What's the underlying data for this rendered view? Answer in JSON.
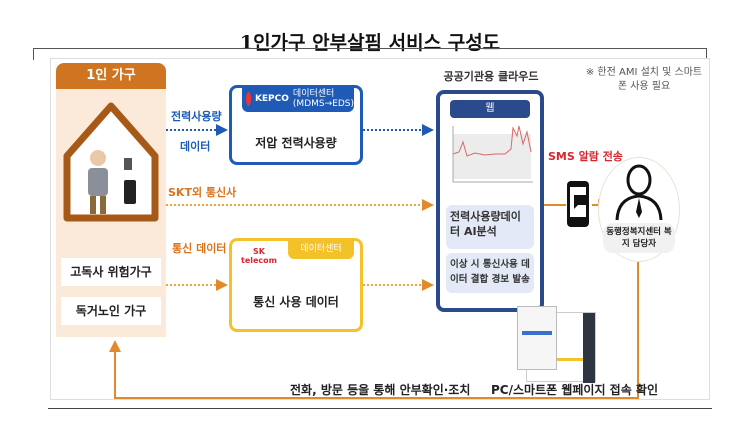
{
  "title": "1인가구 안부살핌 서비스 구성도",
  "household": {
    "header": "1인 가구",
    "items": [
      "고독사 위험가구",
      "독거노인 가구"
    ]
  },
  "labels": {
    "power_usage": "전력사용량",
    "data": "데이터",
    "skt": "SKT외 통신사",
    "telecom_data": "통신 데이터",
    "sms": "SMS 알람 전송"
  },
  "kepco": {
    "logo": "KEPCO",
    "center": "데이터센터",
    "sub": "(MDMS→EDS)",
    "body": "저압 전력사용량"
  },
  "sk": {
    "logo": "SK telecom",
    "center": "데이터센터",
    "body": "통신 사용 데이터"
  },
  "cloud": {
    "title": "공공기관용 클라우드",
    "header": "웹",
    "card1": "전력사용량데이터 AI분석",
    "card2": "이상 시 통신사용 데이터 결합 경보 발송"
  },
  "note": "※ 한전 AMI 설치 및 스마트폰 사용 필요",
  "worker": "동행정복지센터 복지 담당자",
  "bottom": {
    "action": "전화, 방문 등을 통해 안부확인·조치",
    "web": "PC/스마트폰 웹페이지 접속 확인"
  },
  "colors": {
    "orange": "#cf7420",
    "blue": "#1e5ab6",
    "navy": "#2b4a8c",
    "yellow": "#f3c22a",
    "red": "#d8262f"
  }
}
